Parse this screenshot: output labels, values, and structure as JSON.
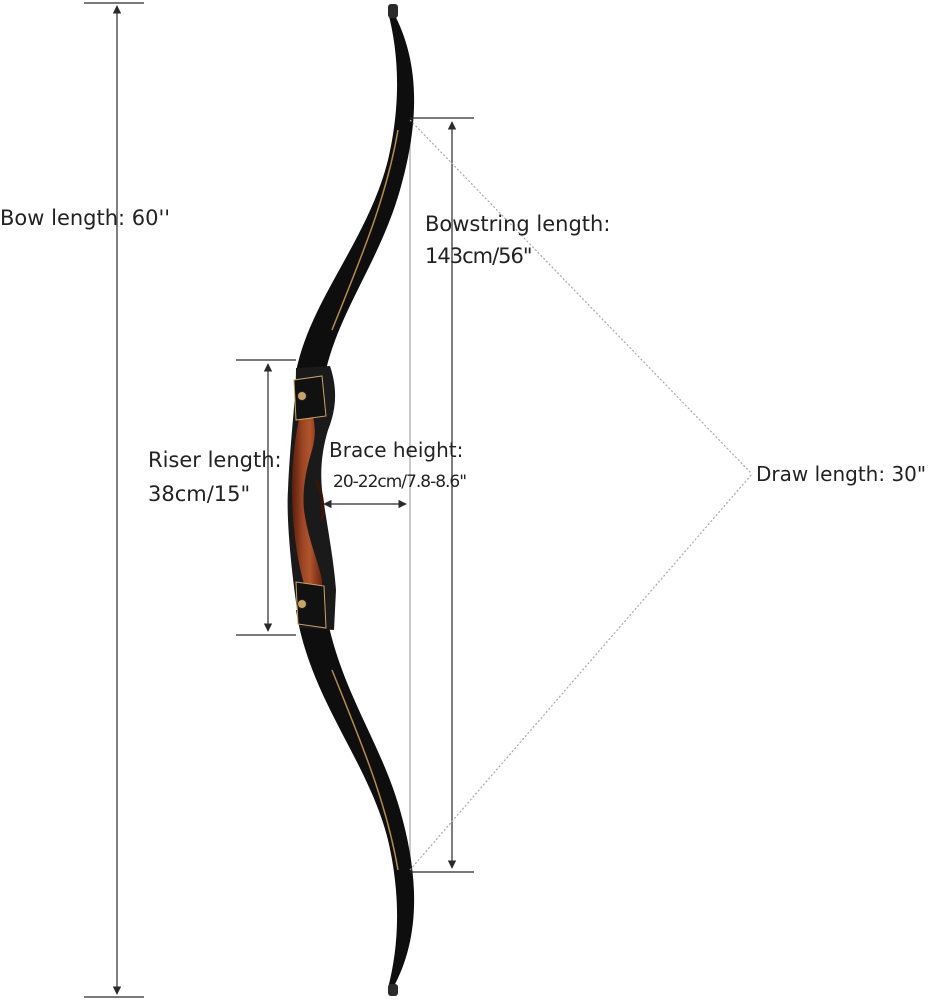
{
  "labels": {
    "bow_length": "Bow length: 60''",
    "bowstring_title": "Bowstring length:",
    "bowstring_value": "143cm/56\"",
    "riser_title": "Riser length:",
    "riser_value": "38cm/15\"",
    "brace_title": "Brace height:",
    "brace_value": "20-22cm/7.8-8.6\"",
    "draw_length": "Draw length: 30\""
  },
  "colors": {
    "limb": "#0e0e0e",
    "limb_edge": "#b58a4e",
    "riser_wood": "#8a3a1e",
    "riser_dark": "#3b1408",
    "dimension_line": "#2a2a2a",
    "dotted_line": "#a8a8a8",
    "string": "#b0b0b0"
  }
}
